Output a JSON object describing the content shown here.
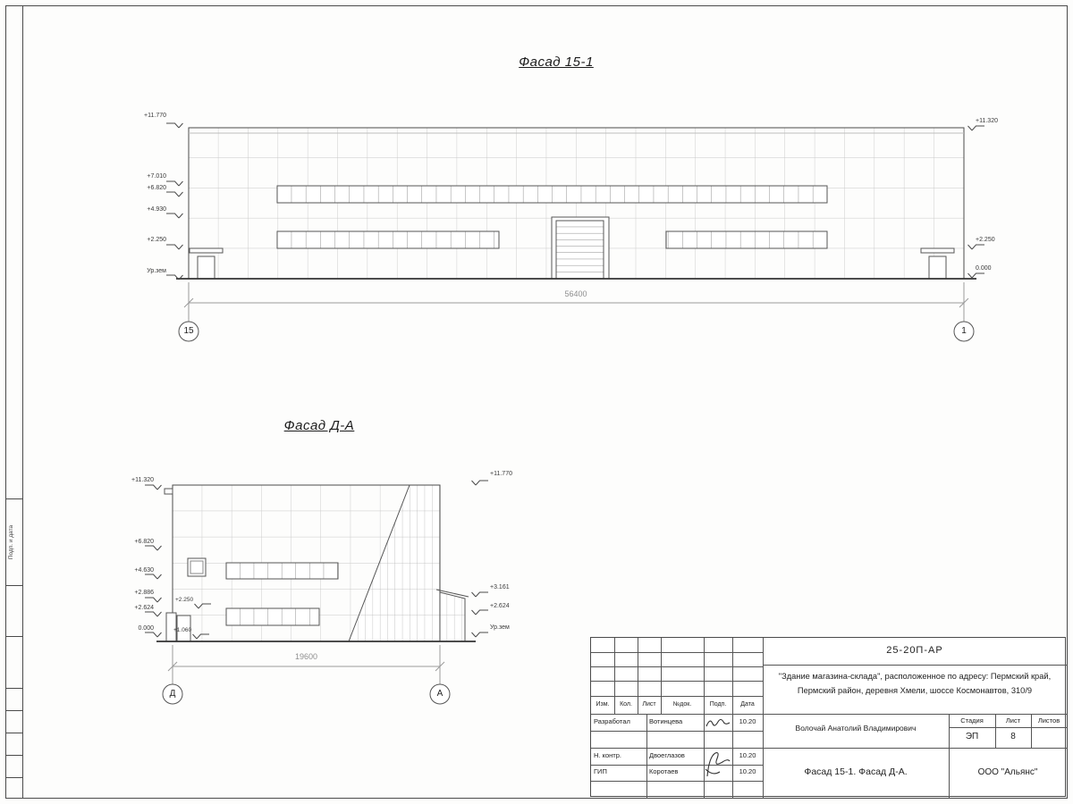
{
  "sheet": {
    "facade1": {
      "title": "Фасад 15-1",
      "dimension": "56400",
      "axis_left": "15",
      "axis_right": "1",
      "marks_left": [
        "+11.770",
        "+7.010",
        "+6.820",
        "+4.930",
        "+2.250",
        "Ур.зем"
      ],
      "marks_right": [
        "+11.320",
        "+2.250",
        "0.000"
      ]
    },
    "facade2": {
      "title": "Фасад Д-А",
      "dimension": "19600",
      "axis_left": "Д",
      "axis_right": "А",
      "marks_left": [
        "+11.320",
        "+6.820",
        "+4.630",
        "+2.886",
        "+2.624",
        "0.000"
      ],
      "marks_inner": [
        "+2.250",
        "+1.060"
      ],
      "marks_right": [
        "+11.770",
        "+3.161",
        "+2.624",
        "Ур.зем"
      ]
    },
    "frame": {
      "side_label": "Подп. и дата"
    },
    "titleblock": {
      "doc_number": "25-20П-АР",
      "project_line1": "\"Здание магазина-склада\", расположенное по адресу: Пермский край,",
      "project_line2": "Пермский район, деревня Хмели, шоссе Космонавтов, 310/9",
      "col_izm": "Изм.",
      "col_kol": "Кол.",
      "col_list": "Лист",
      "col_ndok": "№док.",
      "col_podp": "Подп.",
      "col_data": "Дата",
      "row1_role": "Разработал",
      "row1_name": "Вотинцева",
      "row1_date": "10.20",
      "row2_role": "Н. контр.",
      "row2_name": "Двоеглазов",
      "row2_date": "10.20",
      "row3_role": "ГИП",
      "row3_name": "Коротаев",
      "row3_date": "10.20",
      "approver": "Волочай Анатолий Владимирович",
      "stage_label": "Стадия",
      "sheet_label": "Лист",
      "sheets_label": "Листов",
      "stage_value": "ЭП",
      "sheet_value": "8",
      "drawing_title": "Фасад 15-1. Фасад Д-А.",
      "company": "ООО \"Альянс\""
    }
  }
}
